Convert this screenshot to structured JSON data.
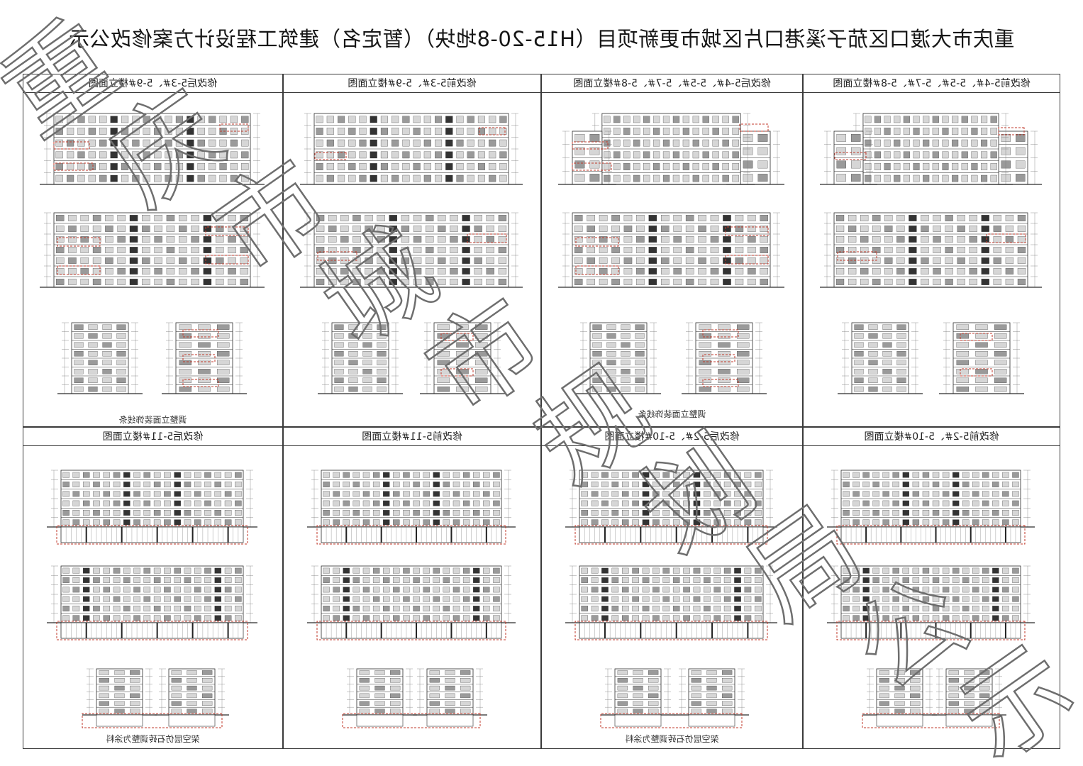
{
  "title": "重庆市大渡口区茄子溪港口片区城市更新项目（H15-20-8地块）（暂定名）建筑工程设计方案修改公示",
  "panels": [
    {
      "label": "修改前5-4#、5-5#、5-7#、5-8#楼立面图",
      "caption": ""
    },
    {
      "label": "修改后5-4#、5-5#、5-7#、5-8#楼立面图",
      "caption": "调整立面装饰线条"
    },
    {
      "label": "修改前5-3#、5-9#楼立面图",
      "caption": ""
    },
    {
      "label": "修改后5-3#、5-9#楼立面图",
      "caption": "调整立面装饰线条"
    },
    {
      "label": "修改前5-2#、5-10#楼立面图",
      "caption": ""
    },
    {
      "label": "修改后5-2#、5-10#楼立面图",
      "caption": "架空层仿石砖调整为涂料"
    },
    {
      "label": "修改前5-11#楼立面图",
      "caption": ""
    },
    {
      "label": "修改后5-11#楼立面图",
      "caption": "架空层仿石砖调整为涂料"
    }
  ],
  "watermark": "重庆市城市规划局公示",
  "colors": {
    "line": "#2b2b2b",
    "highlight": "#c0392b",
    "watermark": "#6e6e6e"
  }
}
